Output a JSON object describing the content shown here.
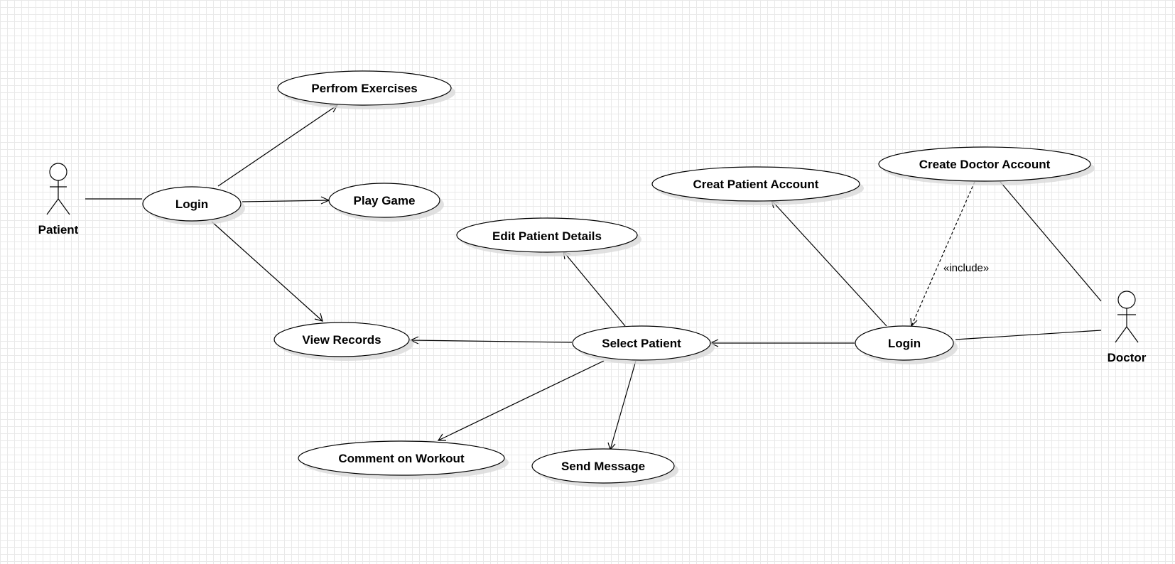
{
  "diagram": {
    "actors": {
      "patient": "Patient",
      "doctor": "Doctor"
    },
    "use_cases": {
      "perform_exercises": "Perfrom Exercises",
      "patient_login": "Login",
      "play_game": "Play Game",
      "view_records": "View Records",
      "edit_patient_details": "Edit Patient Details",
      "select_patient": "Select Patient",
      "comment_on_workout": "Comment on Workout",
      "send_message": "Send Message",
      "creat_patient_account": "Creat Patient Account",
      "create_doctor_account": "Create Doctor Account",
      "doctor_login": "Login"
    },
    "stereotypes": {
      "include": "«include»"
    },
    "relations": [
      {
        "from": "patient",
        "to": "patient_login",
        "kind": "association"
      },
      {
        "from": "patient_login",
        "to": "perform_exercises",
        "kind": "directed"
      },
      {
        "from": "patient_login",
        "to": "play_game",
        "kind": "directed"
      },
      {
        "from": "patient_login",
        "to": "view_records",
        "kind": "directed"
      },
      {
        "from": "select_patient",
        "to": "view_records",
        "kind": "directed"
      },
      {
        "from": "select_patient",
        "to": "edit_patient_details",
        "kind": "directed"
      },
      {
        "from": "select_patient",
        "to": "comment_on_workout",
        "kind": "directed"
      },
      {
        "from": "select_patient",
        "to": "send_message",
        "kind": "directed"
      },
      {
        "from": "doctor_login",
        "to": "select_patient",
        "kind": "directed"
      },
      {
        "from": "doctor_login",
        "to": "creat_patient_account",
        "kind": "directed"
      },
      {
        "from": "create_doctor_account",
        "to": "doctor_login",
        "kind": "include"
      },
      {
        "from": "create_doctor_account",
        "to": "doctor",
        "kind": "association"
      },
      {
        "from": "doctor_login",
        "to": "doctor",
        "kind": "association"
      }
    ]
  }
}
